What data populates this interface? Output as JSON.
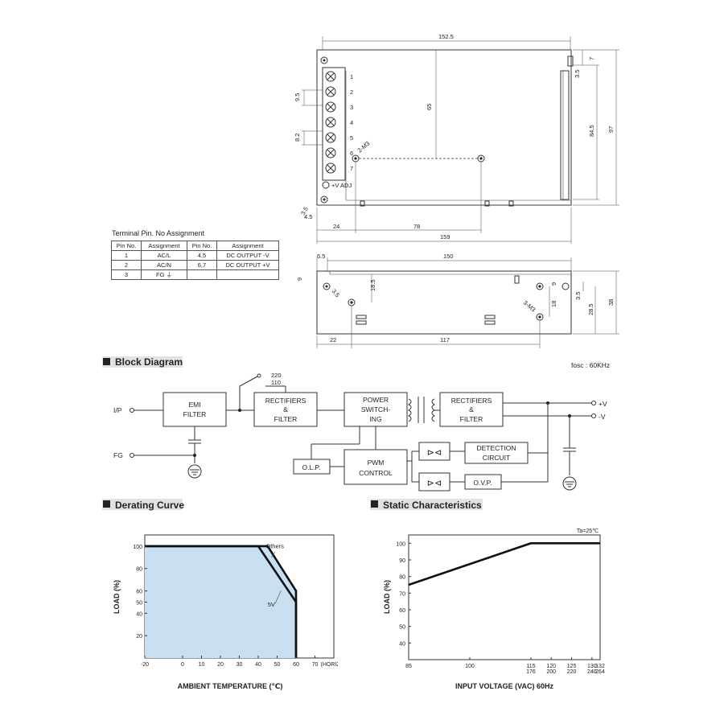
{
  "mechanical": {
    "top_view": {
      "dims": {
        "overall_w": "152.5",
        "total_w": "159",
        "d24": "24",
        "d78": "78",
        "d65": "65",
        "d95": "9.5",
        "d82": "8.2",
        "d35": "3.5",
        "d7": "7",
        "d845": "84.5",
        "d97": "97",
        "d45": "4.5",
        "d35b": "3.5",
        "m3": "2-M3"
      },
      "terminal_numbers": [
        "1",
        "2",
        "3",
        "4",
        "5",
        "6",
        "7"
      ],
      "vadj": "+V ADJ"
    },
    "side_view": {
      "dims": {
        "d65": "6.5",
        "d150": "150",
        "d9": "9",
        "d185": "18.5",
        "d35": "3.5",
        "d9b": "9",
        "d18": "18",
        "d35b": "3.5",
        "d285": "28.5",
        "d38": "38",
        "d22": "22",
        "d117": "117",
        "m3": "3-M3"
      }
    }
  },
  "pin_table": {
    "title": "Terminal Pin. No Assignment",
    "headers": [
      "Pin No.",
      "Assignment",
      "Pin No.",
      "Assignment"
    ],
    "rows": [
      [
        "1",
        "AC/L",
        "4,5",
        "DC OUTPUT -V"
      ],
      [
        "2",
        "AC/N",
        "6,7",
        "DC OUTPUT +V"
      ],
      [
        "3",
        "FG ⏚",
        "",
        ""
      ]
    ]
  },
  "block_diagram": {
    "title": "Block Diagram",
    "fosc": "fosc : 60KHz",
    "labels": {
      "ip": "I/P",
      "fg": "FG",
      "emi1": "EMI",
      "emi2": "FILTER",
      "sw220": "220",
      "sw110": "110",
      "rect1a": "RECTIFIERS",
      "rect1b": "&",
      "rect1c": "FILTER",
      "pow1": "POWER",
      "pow2": "SWITCH-",
      "pow3": "ING",
      "rect2a": "RECTIFIERS",
      "rect2b": "&",
      "rect2c": "FILTER",
      "olp": "O.L.P.",
      "pwm1": "PWM",
      "pwm2": "CONTROL",
      "det1": "DETECTION",
      "det2": "CIRCUIT",
      "ovp": "O.V.P.",
      "vplus": "+V",
      "vminus": "-V"
    }
  },
  "derating": {
    "title": "Derating Curve",
    "chart_data": {
      "type": "area",
      "xlabel": "AMBIENT TEMPERATURE (℃)",
      "ylabel": "LOAD (%)",
      "x_ticks": [
        "-20",
        "0",
        "10",
        "20",
        "30",
        "40",
        "50",
        "60",
        "70"
      ],
      "x_note": "(HORIZONTAL)",
      "y_ticks": [
        "100",
        "80",
        "60",
        "50",
        "40",
        "20"
      ],
      "xlim": [
        -20,
        80
      ],
      "ylim": [
        0,
        110
      ],
      "series": [
        {
          "name": "Others",
          "x": [
            -20,
            45,
            60,
            60
          ],
          "y": [
            100,
            100,
            60,
            0
          ]
        },
        {
          "name": "5V",
          "x": [
            -20,
            40,
            60,
            60
          ],
          "y": [
            100,
            100,
            50,
            0
          ]
        }
      ],
      "fill_color": "#c9dff2"
    }
  },
  "static": {
    "title": "Static Characteristics",
    "chart_data": {
      "type": "line",
      "xlabel": "INPUT VOLTAGE (VAC) 60Hz",
      "ylabel": "LOAD (%)",
      "note": "Ta=25℃",
      "x_ticks": [
        [
          "85"
        ],
        [
          "100"
        ],
        [
          "115",
          "176"
        ],
        [
          "120",
          "200"
        ],
        [
          "125",
          "220"
        ],
        [
          "130",
          "240"
        ],
        [
          "132",
          "264"
        ]
      ],
      "x_tick_pos": [
        85,
        100,
        115,
        120,
        125,
        130,
        132
      ],
      "y_ticks": [
        "100",
        "90",
        "80",
        "70",
        "60",
        "50",
        "40"
      ],
      "xlim": [
        85,
        132
      ],
      "ylim": [
        30,
        105
      ],
      "series": [
        {
          "x": [
            85,
            115,
            132
          ],
          "y": [
            75,
            100,
            100
          ]
        }
      ]
    }
  }
}
